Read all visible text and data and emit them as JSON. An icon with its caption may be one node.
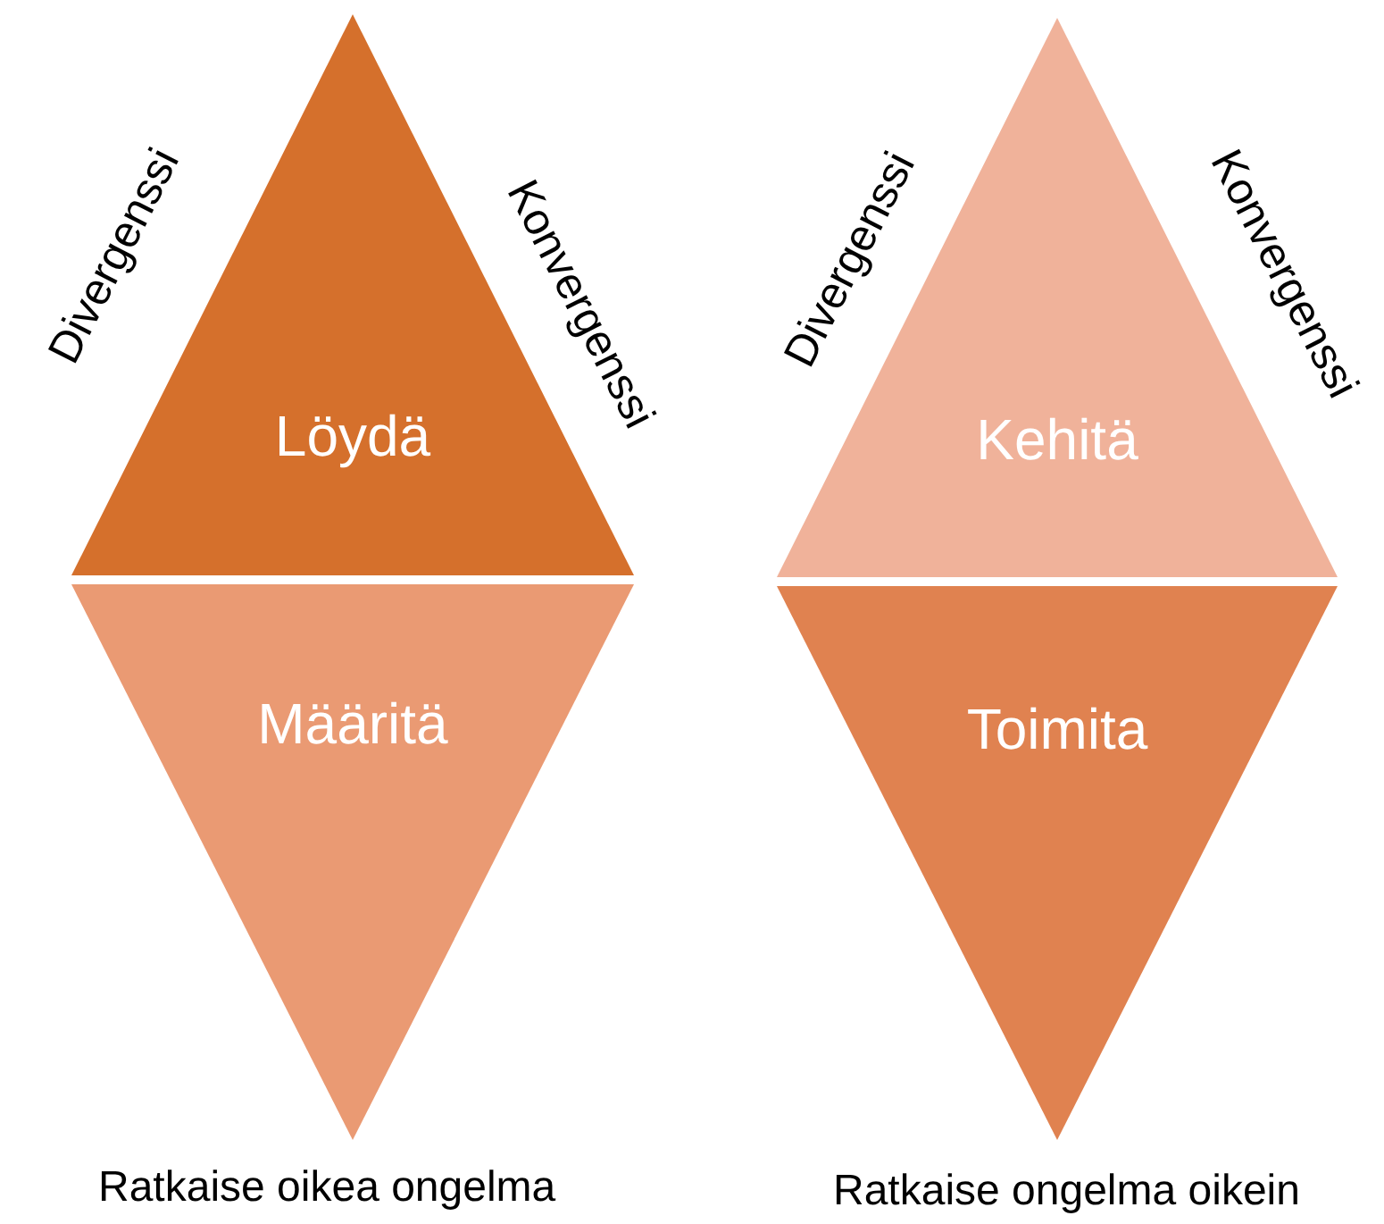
{
  "diagram": {
    "nodes": [
      {
        "text": [
          "Löydä"
        ]
      },
      {
        "text": [
          "Määritä"
        ]
      },
      {
        "text": [
          "Kehitä"
        ]
      },
      {
        "text": [
          "Toimita"
        ]
      }
    ],
    "labels": [
      "Divergenssi",
      "Konvergenssi",
      "Divergenssi",
      "Konvergenssi",
      "Ratkaise oikea ongelma",
      "Ratkaise ongelma oikein"
    ]
  }
}
